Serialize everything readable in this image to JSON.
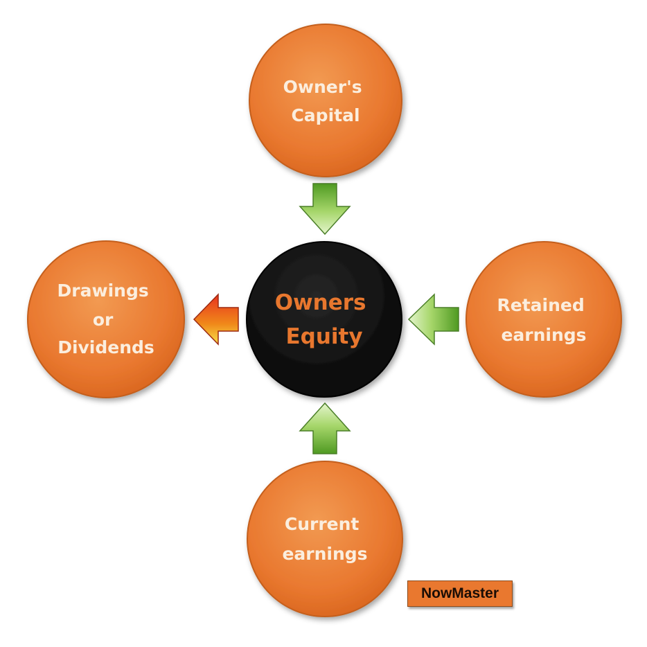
{
  "colors": {
    "node_fill": "#e9782f",
    "node_label": "#fbeede",
    "center_fill": "#0d0d0d",
    "center_label": "#e8772e",
    "arrow_in": "#7dbb3c",
    "arrow_out": "#e8321e"
  },
  "center": {
    "lines": [
      "Owners",
      "Equity"
    ]
  },
  "nodes": {
    "top": {
      "lines": [
        "Owner's",
        "Capital"
      ]
    },
    "left": {
      "lines": [
        "Drawings",
        "or",
        "Dividends"
      ]
    },
    "right": {
      "lines": [
        "Retained",
        "earnings"
      ]
    },
    "bottom": {
      "lines": [
        "Current",
        "earnings"
      ]
    }
  },
  "arrows": {
    "top": "inflow",
    "right": "inflow",
    "bottom": "inflow",
    "left": "outflow"
  },
  "watermark": "NowMaster"
}
